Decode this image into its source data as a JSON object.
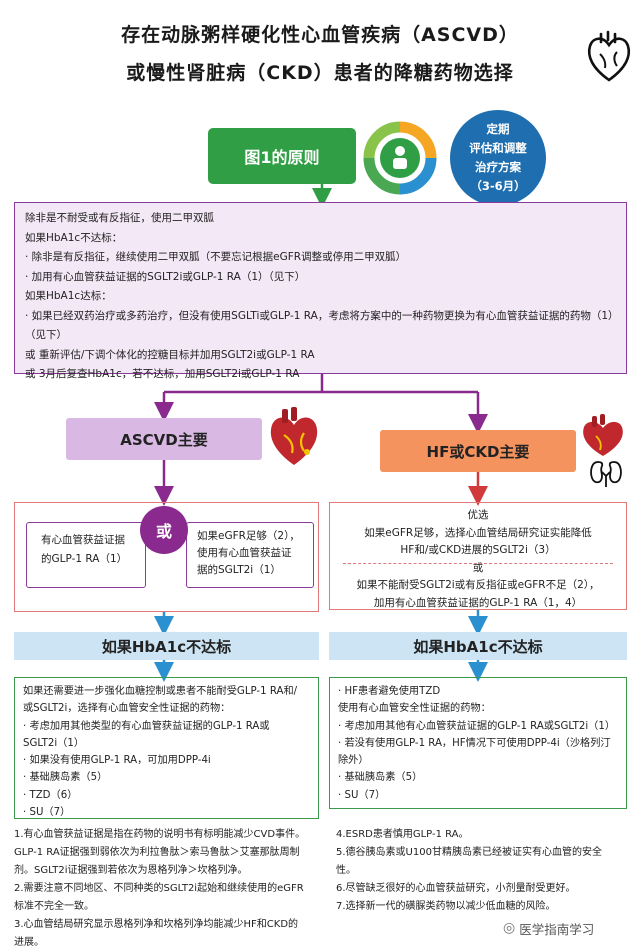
{
  "header": {
    "title_line1": "存在动脉粥样硬化性心血管疾病（ASCVD）",
    "title_line2": "或慢性肾脏病（CKD）患者的降糖药物选择"
  },
  "principle": {
    "label": "图1的原则",
    "review_lines": [
      "定期",
      "评估和调整",
      "治疗方案",
      "（3-6月）"
    ]
  },
  "general": {
    "lines": [
      "除非是不耐受或有反指征，使用二甲双胍",
      "如果HbA1c不达标：",
      "· 除非是有反指征，继续使用二甲双胍（不要忘记根据eGFR调整或停用二甲双胍）",
      "· 加用有心血管获益证据的SGLT2i或GLP-1 RA（1）（见下）",
      "如果HbA1c达标：",
      "· 如果已经双药治疗或多药治疗，但没有使用SGLTi或GLP-1 RA，考虑将方案中的一种药物更换为有心血管获益证据的药物（1）",
      "（见下）",
      "或 重新评估/下调个体化的控糖目标并加用SGLT2i或GLP-1 RA",
      "或 3月后复查HbA1c，若不达标，加用SGLT2i或GLP-1 RA"
    ]
  },
  "ascvd": {
    "heading": "ASCVD主要",
    "left_option": [
      "有心血管获益证据",
      "的GLP-1 RA（1）"
    ],
    "or_label": "或",
    "right_option": [
      "如果eGFR足够（2），",
      "使用有心血管获益证",
      "据的SGLT2i（1）"
    ],
    "if_not_met": "如果HbA1c不达标",
    "followup": [
      "如果还需要进一步强化血糖控制或患者不能耐受GLP-1 RA和/",
      "或SGLT2i，选择有心血管安全性证据的药物：",
      "· 考虑加用其他类型的有心血管获益证据的GLP-1 RA或",
      "SGLT2i（1）",
      "· 如果没有使用GLP-1 RA，可加用DPP-4i",
      "· 基础胰岛素（5）",
      "· TZD（6）",
      "· SU（7）"
    ]
  },
  "hf": {
    "heading": "HF或CKD主要",
    "preferred": [
      "优选",
      "如果eGFR足够，选择心血管结局研究证实能降低",
      "HF和/或CKD进展的SGLT2i（3）"
    ],
    "or_label": "或",
    "alternative": [
      "如果不能耐受SGLT2i或有反指征或eGFR不足（2），",
      "加用有心血管获益证据的GLP-1 RA（1，4）"
    ],
    "if_not_met": "如果HbA1c不达标",
    "followup": [
      "· HF患者避免使用TZD",
      "使用有心血管安全性证据的药物：",
      "· 考虑加用其他有心血管获益证据的GLP-1 RA或SGLT2i（1）",
      "· 若没有使用GLP-1 RA，HF情况下可使用DPP-4i（沙格列汀",
      "除外）",
      "· 基础胰岛素（5）",
      "· SU（7）"
    ]
  },
  "footnotes": {
    "left": [
      "1.有心血管获益证据是指在药物的说明书有标明能减少CVD事件。",
      "GLP-1 RA证据强到弱依次为利拉鲁肽＞索马鲁肽＞艾塞那肽周制",
      "剂。SGLT2i证据强到若依次为恩格列净＞坎格列净。",
      "2.需要注意不同地区、不同种类的SGLT2i起始和继续使用的eGFR",
      "标准不完全一致。",
      "3.心血管结局研究显示恩格列净和坎格列净均能减少HF和CKD的",
      "进展。"
    ],
    "right": [
      "4.ESRD患者慎用GLP-1 RA。",
      "5.德谷胰岛素或U100甘精胰岛素已经被证实有心血管的安全",
      "性。",
      "6.尽管缺乏很好的心血管获益研究，小剂量耐受更好。",
      "7.选择新一代的磺脲类药物以减少低血糖的风险。"
    ]
  },
  "watermark": {
    "icon": "wechat-icon",
    "text": "医学指南学习"
  },
  "colors": {
    "green": "#2f9e44",
    "blue": "#1f6fb0",
    "purple": "#8a2a8e",
    "orange": "#f4935e",
    "light_blue": "#cce4f4",
    "red_heart": "#c0282d"
  }
}
